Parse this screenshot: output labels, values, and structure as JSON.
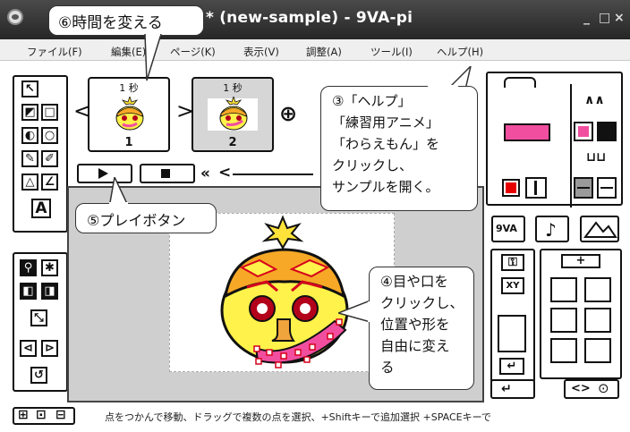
{
  "window": {
    "title": "* (new-sample) - 9VA-pi",
    "minimize": "_",
    "maximize": "□",
    "close": "×"
  },
  "menu": [
    {
      "label": "ファイル(F)"
    },
    {
      "label": "編集(E)"
    },
    {
      "label": "ページ(K)"
    },
    {
      "label": "表示(V)"
    },
    {
      "label": "調整(A)"
    },
    {
      "label": "ツール(I)"
    },
    {
      "label": "ヘルプ(H)"
    }
  ],
  "frames": [
    {
      "seconds": "1 秒",
      "number": "1"
    },
    {
      "seconds": "1 秒",
      "number": "2"
    }
  ],
  "frame_nav": {
    "prev": "<",
    "next": ">",
    "add": "⊕"
  },
  "playback": {
    "rewind": "«",
    "back": "<"
  },
  "tools_left": {
    "text_tool": "A"
  },
  "right_panel": {
    "sound_label": "♪",
    "arrows_up": "∧∧",
    "arrows_down": "⊔⊔",
    "vp_label": "9VA",
    "plus": "+",
    "lr": "<>"
  },
  "callouts": {
    "change_time": "⑥時間を変える",
    "help_lines": [
      "③「ヘルプ」",
      "「練習用アニメ」",
      "「わらえもん」を",
      "クリックし、",
      "サンプルを開く。"
    ],
    "play_button": "⑤プレイボタン",
    "edit_lines": [
      "④目や口を",
      "クリックし、",
      "位置や形を",
      "自由に変え",
      "る"
    ]
  },
  "status_text": "点をつかんで移動、ドラッグで複数の点を選択、+Shiftキーで追加選択 +SPACEキーで",
  "colors": {
    "pink": "#f24ea0",
    "red": "#e60000",
    "face_yellow": "#fff24a",
    "helmet_orange": "#f7a826",
    "star_yellow": "#ffe23a",
    "eye_red": "#b3001b",
    "nose_orange": "#f0a43c"
  }
}
